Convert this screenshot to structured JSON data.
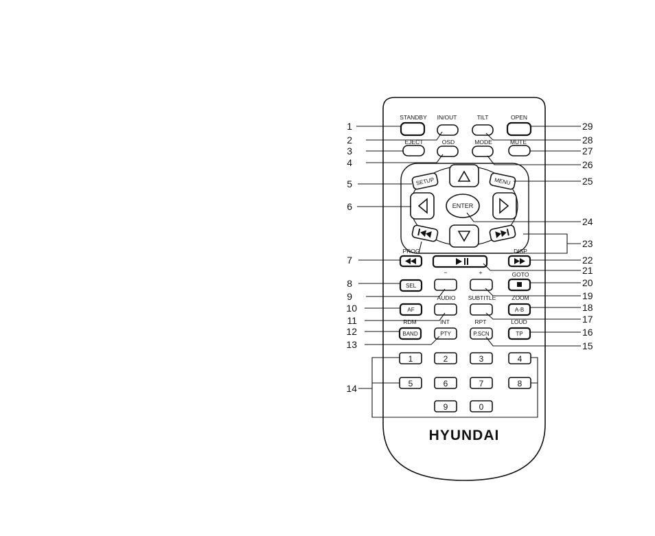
{
  "brand": "HYUNDAI",
  "top_labels": {
    "standby": "STANDBY",
    "in_out": "IN/OUT",
    "tilt": "TILT",
    "open": "OPEN",
    "eject": "EJECT",
    "osd": "OSD",
    "mode": "MODE",
    "mute": "MUTE",
    "prog": "PROG",
    "disp": "DISP",
    "minus": "−",
    "plus": "+",
    "goto": "GOTO",
    "audio": "AUDIO",
    "subtitle": "SUBTITLE",
    "zoom": "ZOOM",
    "rdm": "RDM",
    "int": "INT",
    "rpt": "RPT",
    "loud": "LOUD"
  },
  "button_text": {
    "setup": "SETUP",
    "menu": "MENU",
    "enter": "ENTER",
    "sel": "SEL",
    "af": "AF",
    "ab": "A-B",
    "band": "BAND",
    "pty": "PTY",
    "pscn": "P.SCN",
    "tp": "TP"
  },
  "digits": [
    "1",
    "2",
    "3",
    "4",
    "5",
    "6",
    "7",
    "8",
    "9",
    "0"
  ],
  "callouts_left": [
    "1",
    "2",
    "3",
    "4",
    "5",
    "6",
    "7",
    "8",
    "9",
    "10",
    "11",
    "12",
    "13",
    "14"
  ],
  "callouts_right": [
    "29",
    "28",
    "27",
    "26",
    "25",
    "24",
    "23",
    "22",
    "21",
    "20",
    "19",
    "18",
    "17",
    "16",
    "15"
  ]
}
